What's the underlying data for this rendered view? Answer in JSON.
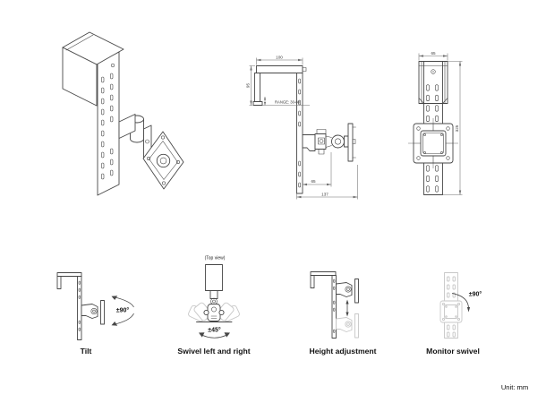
{
  "unit_label": "Unit: mm",
  "colors": {
    "line": "#474747",
    "dim": "#6e6e6e",
    "ghost": "#c7c7c7",
    "text": "#3a3a3a",
    "caption": "#111111",
    "bg": "#ffffff"
  },
  "side_view": {
    "dim_width": "100",
    "dim_clamp_height": "95",
    "dim_clamp_range": "RANGE: 30-80",
    "dim_pivot_offset": "65",
    "dim_depth": "137"
  },
  "front_view": {
    "dim_width": "65",
    "dim_rail_height": "325"
  },
  "features": [
    {
      "caption": "Tilt",
      "angle": "±90°"
    },
    {
      "caption": "Swivel left and right",
      "angle": "±45°",
      "note": "(Top view)"
    },
    {
      "caption": "Height adjustment",
      "angle": ""
    },
    {
      "caption": "Monitor swivel",
      "angle": "±90°"
    }
  ]
}
